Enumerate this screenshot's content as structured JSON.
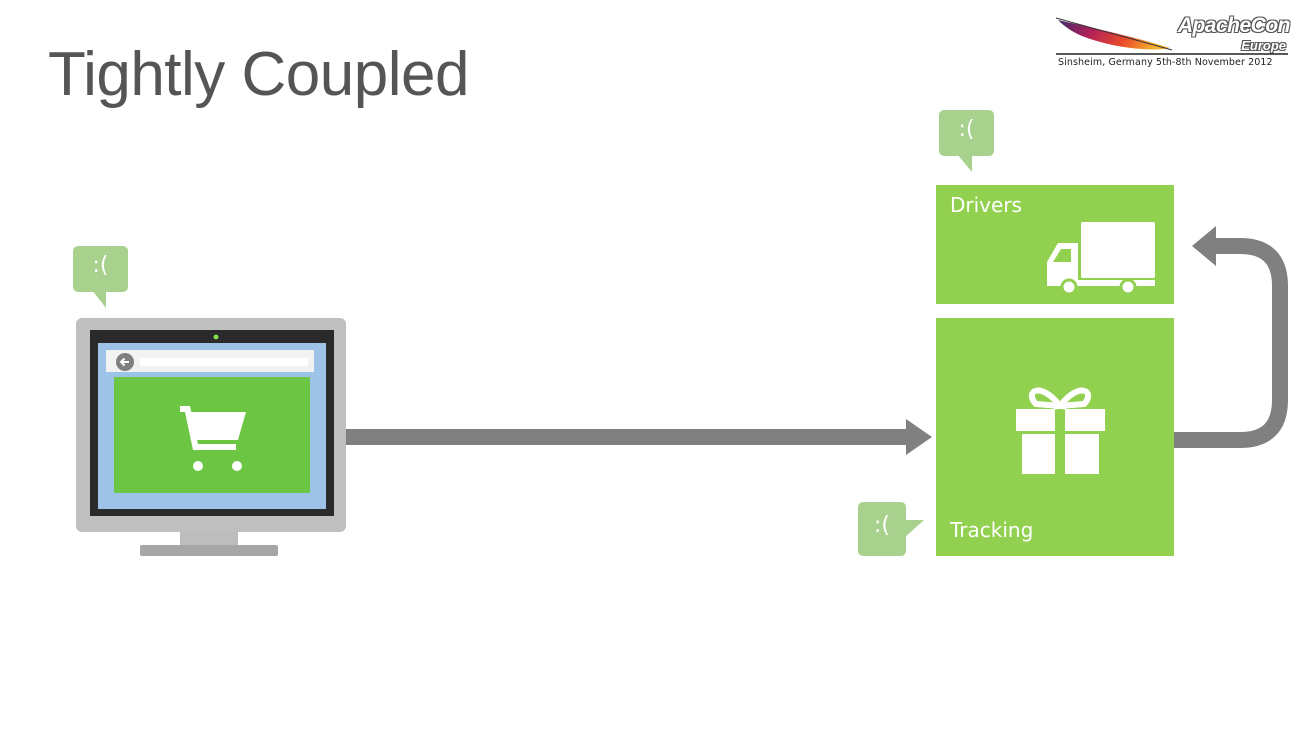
{
  "slide": {
    "title": "Tightly Coupled"
  },
  "logo": {
    "title": "ApacheCon",
    "subtitle": "Europe",
    "tagline": "Sinsheim, Germany 5th-8th November 2012"
  },
  "nodes": {
    "drivers": {
      "label": "Drivers",
      "icon": "truck-icon"
    },
    "tracking": {
      "label": "Tracking",
      "icon": "gift-icon"
    },
    "webshop": {
      "icon": "shopping-cart-icon"
    }
  },
  "bubbles": {
    "webshop": ":(",
    "drivers": ":(",
    "tracking": ":("
  },
  "colors": {
    "tile": "#92d050",
    "bubble": "#a9d18e",
    "arrow": "#808080",
    "title": "#555555"
  }
}
